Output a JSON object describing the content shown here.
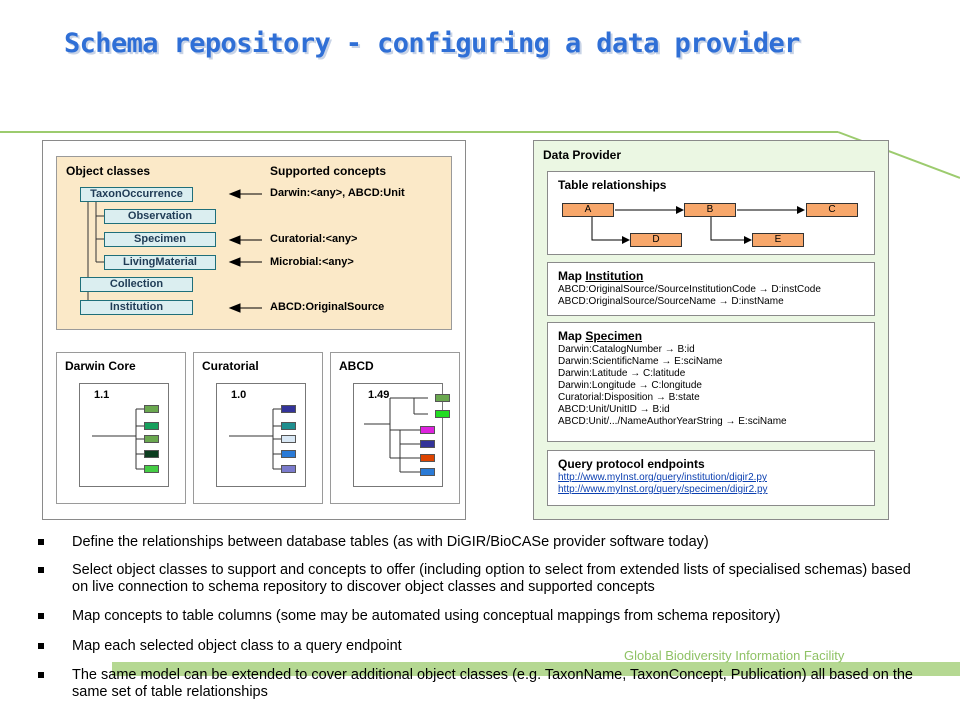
{
  "title": "Schema repository - configuring a data provider",
  "left": {
    "object_classes_header": "Object classes",
    "supported_concepts_header": "Supported concepts",
    "classes": [
      "TaxonOccurrence",
      "Observation",
      "Specimen",
      "LivingMaterial",
      "Collection",
      "Institution"
    ],
    "concepts": {
      "taxon_prefix": "Darwin:",
      "taxon_any": "<any>",
      "taxon_suffix": ", ABCD:Unit",
      "specimen_prefix": "Curatorial:",
      "specimen_any": "<any>",
      "living_prefix": "Microbial:",
      "living_any": "<any>",
      "institution": "ABCD:OriginalSource"
    },
    "schemas": [
      {
        "name": "Darwin Core",
        "version": "1.1"
      },
      {
        "name": "Curatorial",
        "version": "1.0"
      },
      {
        "name": "ABCD",
        "version": "1.49"
      }
    ],
    "colors": {
      "darwin": [
        "#6aa84f",
        "#17a05d",
        "#6aa84f",
        "#0b3d1f",
        "#44cc44"
      ],
      "curatorial": [
        "#333399",
        "#1f8f8f",
        "#d9e8f5",
        "#2a7ad6",
        "#7a7acc"
      ],
      "abcd": [
        "#6aa84f",
        "#22dd22",
        "#dd22dd",
        "#333399",
        "#dd4400",
        "#2a7ad6"
      ]
    }
  },
  "right": {
    "provider_title": "Data Provider",
    "table_rel_title": "Table relationships",
    "tables": [
      "A",
      "B",
      "C",
      "D",
      "E"
    ],
    "map_institution": {
      "label": "Map ",
      "target": "Institution",
      "lines": [
        "ABCD:OriginalSource/SourceInstitutionCode → D:instCode",
        "ABCD:OriginalSource/SourceName → D:instName"
      ]
    },
    "map_specimen": {
      "label": "Map ",
      "target": "Specimen",
      "lines": [
        "Darwin:CatalogNumber → B:id",
        "Darwin:ScientificName → E:sciName",
        "Darwin:Latitude → C:latitude",
        "Darwin:Longitude → C:longitude",
        "Curatorial:Disposition → B:state",
        "ABCD:Unit/UnitID → B:id",
        "ABCD:Unit/.../NameAuthorYearString → E:sciName"
      ]
    },
    "query": {
      "title": "Query protocol endpoints",
      "links": [
        "http://www.myInst.org/query/institution/digir2.py",
        "http://www.myInst.org/query/specimen/digir2.py"
      ]
    }
  },
  "bullets": [
    "Define the relationships between database tables (as with DiGIR/BioCASe provider software today)",
    "Select object classes to support and concepts to offer (including option to select from extended lists of specialised schemas) based on live connection to schema repository to discover object classes and supported concepts",
    "Map concepts to table columns (some may be automated using conceptual mappings from schema repository)",
    "Map each selected object class to a query endpoint",
    "The same model can be extended to cover additional object classes (e.g. TaxonName, TaxonConcept, Publication) all based on the same set of table relationships"
  ],
  "footer": "Global Biodiversity Information Facility"
}
